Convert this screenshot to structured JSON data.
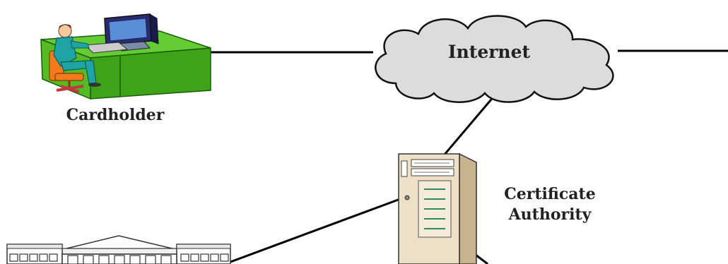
{
  "diagram": {
    "nodes": {
      "cardholder": {
        "label": "Cardholder",
        "icon": "person-at-computer-desk-icon"
      },
      "internet": {
        "label": "Internet",
        "icon": "cloud-icon"
      },
      "certificate_authority": {
        "label_line1": "Certificate",
        "label_line2": "Authority",
        "icon": "server-tower-icon"
      },
      "bank_building": {
        "icon": "bank-building-icon"
      }
    },
    "colors": {
      "line": "#000000",
      "cloud_fill": "#dcdcdc",
      "desk_green": "#66cc33",
      "server_beige": "#ede0c6",
      "monitor_blue": "#3d6fb5",
      "chair_orange": "#f07a1c"
    }
  }
}
